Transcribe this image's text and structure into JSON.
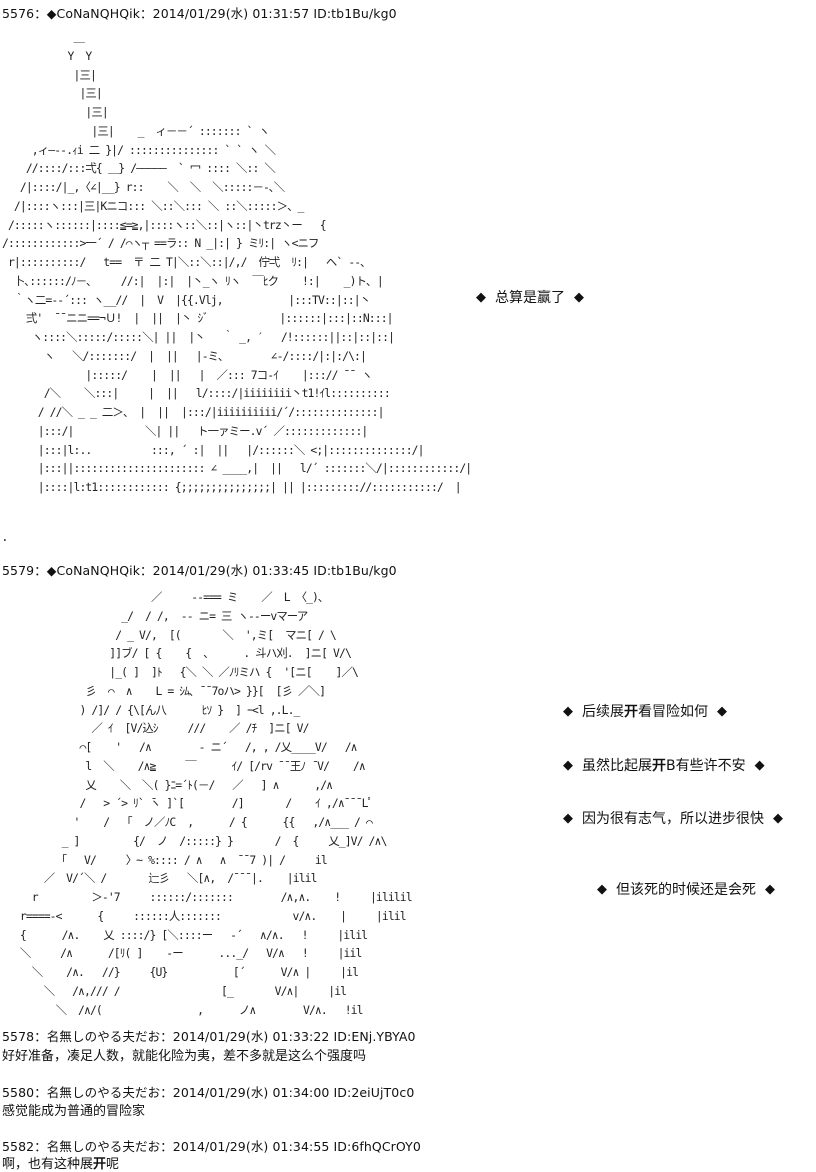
{
  "posts": [
    {
      "header": "5576：◆CoNaNQHQik：2014/01/29(水) 01:31:57 ID:tb1Bu/kg0",
      "art": "            ＿\n           Y  Y\n            |三|\n             |三|\n              |三|\n               |三|    _  ィ－－´ ::::::: ` ヽ\n     ,ィ―‐‐.ｨi 二 }|/ ::::::::::::::: ` ` ヽ ＼\n    //::::/:::弌{ ＿} /―――――  ` 冖 :::: ＼:: ＼\n   /|::::/|_,〈∠|__} r::    ＼  ＼  ＼:::::－‐､＼\n  /|::::ヽ:::|三|Kニコ::: ＼::＼::: ＼ ::＼:::::＞、_\n /:::::ヽ::::::|::::≦=≧,|::::ヽ::＼::|ヽ::|丶trz丶ー   {\n/::::::::::::>一´ / /⌒ヽ┬ ==ラ:: N _|:| } ミﾘ:| ヽ<ニフ\n r|::::::::::/   t==  〒 二 T|＼::＼::|/,/  佇弌  ﾘ:|   ヘ` --､\n  卜､::::::/ﾉ－､     //:|  |:|  |丶_ヽ ﾘヽ  ￣ﾋク    !:|    _)ト､ |\n  ｀ヽ二=-‐´::: ヽ__//  |  V  |{{.Vlj,           |:::TV::|::|丶\n    弍'  ¯¯ニニ==¬Ｕ!  |  ||  |丶 ｼﾞ            |::::::|:::|::N:::|\n     ヽ::::＼:::::/:::::＼| ||  |丶   ｀ _, ′   /!::::::||::|::|::|\n       ヽ   ＼/:::::::/  |  ||   |-ミ､        ∠-/::::/|:|:/\\:|\n              |:::::/    |  ||   |  ／::: 7コ-ｲ    |:::// ¯¯ ヽ\n       /＼    ＼:::|     |  ||   l/::::/|iiiiiiii丶t1!ｲl::::::::::\n      / //＼ _ _ 二＞、 |  ||  |:::/|iiiiiiiiii/´/::::::::::::::|\n      |:::/|            ＼| ||   ト一ァミー.v´ ／:::::::::::::|\n      |:::|l:..          :::, ´ :|  ||   |/::::::＼ <;|::::::::::::::/|\n      |:::||:::::::::::::::::::::: ∠ ____,|  ||   l/´ :::::::＼/|::::::::::::/|\n      |::::|l:t1:::::::::::: {;;;;;;;;;;;;;;;| || |::::::::://:::::::::::/  |"
    },
    {
      "header": "5579：◆CoNaNQHQik：2014/01/29(水) 01:33:45 ID:tb1Bu/kg0",
      "art": "                         ／     -‐=== ミ    ／  L 〈_)､\n                    _/  / /,  -‐ ニ= 三 ヽ‐‐ーvマーア\n                   / _ V/,  [(       ＼  ',ミ[  マニ[ / \\\n                  ]]ブ/ [ {    {  、     . 斗ハ刈.  ]ニ[ V/\\\n                  |_( ]  ]ﾄ   {＼ ＼ ／ﾉﾘミハ {  '[ニ[    ]／\\\n              彡  ⌒  ∧    L = ｼﾑ､ ¯¯7oハ> }}[  [彡 ／＼]\n             ) /]/ / {\\[ん八      ﾋｿ }  ] ｰ<l ,.L._\n               ／ ｲ  [V/込ｼ     ///    ／ /ﾁ  ]ニ[ V/\n             ⌒[    '   /∧        ‐ ニ´   /, , /乂____V/   /∧\n              l  ＼    /∧≧     ￣      ｲ/ [/rv ¯¯王ﾉ ̄ V/    /∧\n              乂    ＼  ＼( }ﾆ=´ﾄ(－/   ／   ] ∧      ,/∧\n             /   > ´> ﾘ` ̄ヽ ]`[        /]       /    ｲ ,/∧¯¯¯Lﾟ\n            '    /  「  ノ／ﾉC  ,      / {      {{   ,/∧___ / ⌒\n          _ ]         {/  ノ  /:::::} }       /  {     乂_]V/ /∧\\\n         「   V/     〉~ %:::: / ∧   ∧  ¯¯7 )| /     il\n       ／  V/´＼ /       辷彡   ＼[∧,  /¯¯¯|.    |ilil\n     r         ＞-'7     ::::::/:::::::        /∧,∧.    !     |ililil\n   r====‐<      {     ::::::人:::::::            v/∧.    |     |ilil\n   {      /∧.    乂 ::::/} [＼::::ー   ‐´   ∧/∧.   !     |ilil\n   ＼     /∧      /[ﾘ( ]    ‐ー      ..._/   V/∧   !     |iil\n     ＼    /∧.   //}     {U}           [´      V/∧ |     |il\n       ＼   /∧,/// ∕                 [_       V/∧|     |il\n         ＼  /∧/(                ,      ノ∧        V/∧.   !il"
    }
  ],
  "bubbles": [
    {
      "text": "总算是赢了"
    },
    {
      "text_before": "后续展",
      "bold": "开",
      "text_after": "看冒险如何"
    },
    {
      "text_before": "虽然比起展",
      "bold": "开",
      "text_after": "B有些许不安"
    },
    {
      "text": "因为很有志气，所以进步很快"
    },
    {
      "text": "但该死的时候还是会死"
    }
  ],
  "diamond": "◆",
  "stray_dot": "．",
  "replies": [
    {
      "header": "5578：名無しのやる夫だお：2014/01/29(水) 01:33:22 ID:ENj.YBYA0",
      "body": "好好准备，凑足人数，就能化险为夷，差不多就是这么个强度吗"
    },
    {
      "header": "5580：名無しのやる夫だお：2014/01/29(水) 01:34:00 ID:2eiUjT0c0",
      "body": "感觉能成为普通的冒险家"
    },
    {
      "header": "5582：名無しのやる夫だお：2014/01/29(水) 01:34:55 ID:6fhQCrOY0",
      "body_before": "啊，也有这种展",
      "body_bold": "开",
      "body_after": "呢"
    }
  ]
}
